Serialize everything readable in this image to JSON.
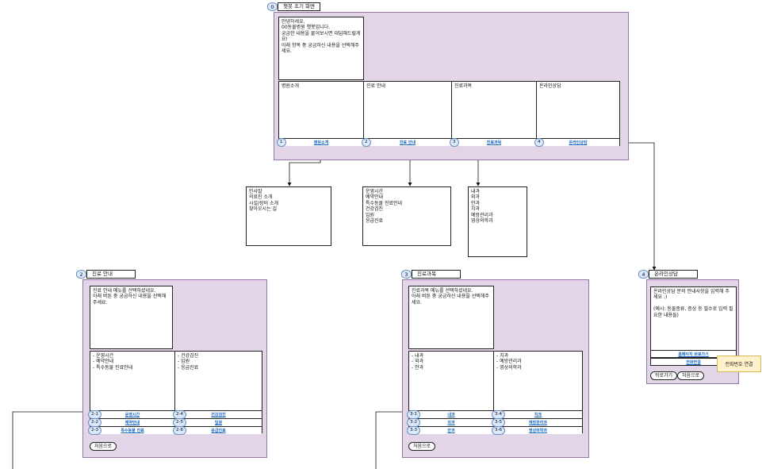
{
  "main": {
    "index": "0",
    "title": "챗봇 초기 화면",
    "greeting": "안녕하세요.\n00동물병원 챗봇입니다.\n궁금한 내용을 물어보시면 대답해드릴게요!\n아래 항목 중 궁금하신 내용을 선택해주세요.",
    "categories": [
      {
        "label": "병원소개",
        "index": "1",
        "button": "병원소개"
      },
      {
        "label": "진료 안내",
        "index": "2",
        "button": "진료 안내"
      },
      {
        "label": "진료과목",
        "index": "3",
        "button": "진료과목"
      },
      {
        "label": "온라인상담",
        "index": "4",
        "button": "온라인상담"
      }
    ]
  },
  "notes": {
    "hospital": "인사말\n의료진 소개\n시설/장비 소개\n찾아오시는 길",
    "guide": "운영시간\n예약안내\n특수동물 진료안내\n건강검진\n입원\n응급진료",
    "departments": "내과\n외과\n안과\n치과\n예방관리과\n영상의학과"
  },
  "guide_screen": {
    "index": "2",
    "title": "진료 안내",
    "message": "진료 안내 메뉴를 선택하셨네요.\n아래 버튼 중 궁금하신 내용을 선택해주세요.",
    "left_list": "- 운영시간\n- 예약안내\n- 특수동물 진료안내",
    "right_list": "- 건강검진\n- 입원\n- 응급진료",
    "buttons_left": [
      {
        "index": "2-1",
        "label": "운영시간"
      },
      {
        "index": "2-2",
        "label": "예약안내"
      },
      {
        "index": "2-3",
        "label": "특수동물 진료"
      }
    ],
    "buttons_right": [
      {
        "index": "2-4",
        "label": "건강검진"
      },
      {
        "index": "2-5",
        "label": "입원"
      },
      {
        "index": "2-6",
        "label": "응급진료"
      }
    ],
    "home_button": "처음으로"
  },
  "dept_screen": {
    "index": "3",
    "title": "진료과목",
    "message": "진료과목 메뉴를 선택하셨네요.\n아래 버튼 중 궁금하신 내용을 선택해주세요.",
    "left_list": "- 내과\n- 외과\n- 안과",
    "right_list": "- 치과\n- 예방관리과\n- 영상의학과",
    "buttons_left": [
      {
        "index": "3-1",
        "label": "내과"
      },
      {
        "index": "3-2",
        "label": "외과"
      },
      {
        "index": "3-3",
        "label": "안과"
      }
    ],
    "buttons_right": [
      {
        "index": "3-4",
        "label": "치과"
      },
      {
        "index": "3-5",
        "label": "예방관리과"
      },
      {
        "index": "3-6",
        "label": "영상의학과"
      }
    ],
    "home_button": "처음으로"
  },
  "online_screen": {
    "index": "4",
    "title": "온라인상담",
    "message": "온라인상담 문의 안내사항을 입력해 주세요 :)\n\n(예시: 동물종류, 증상 등 필수로 입력 필요한 내용들)",
    "buttons": [
      "홈페이지 바로가기",
      "전화연결"
    ],
    "back_button": "뒤로가기",
    "home_button": "처음으로",
    "tooltip": "전화번호 연결"
  }
}
